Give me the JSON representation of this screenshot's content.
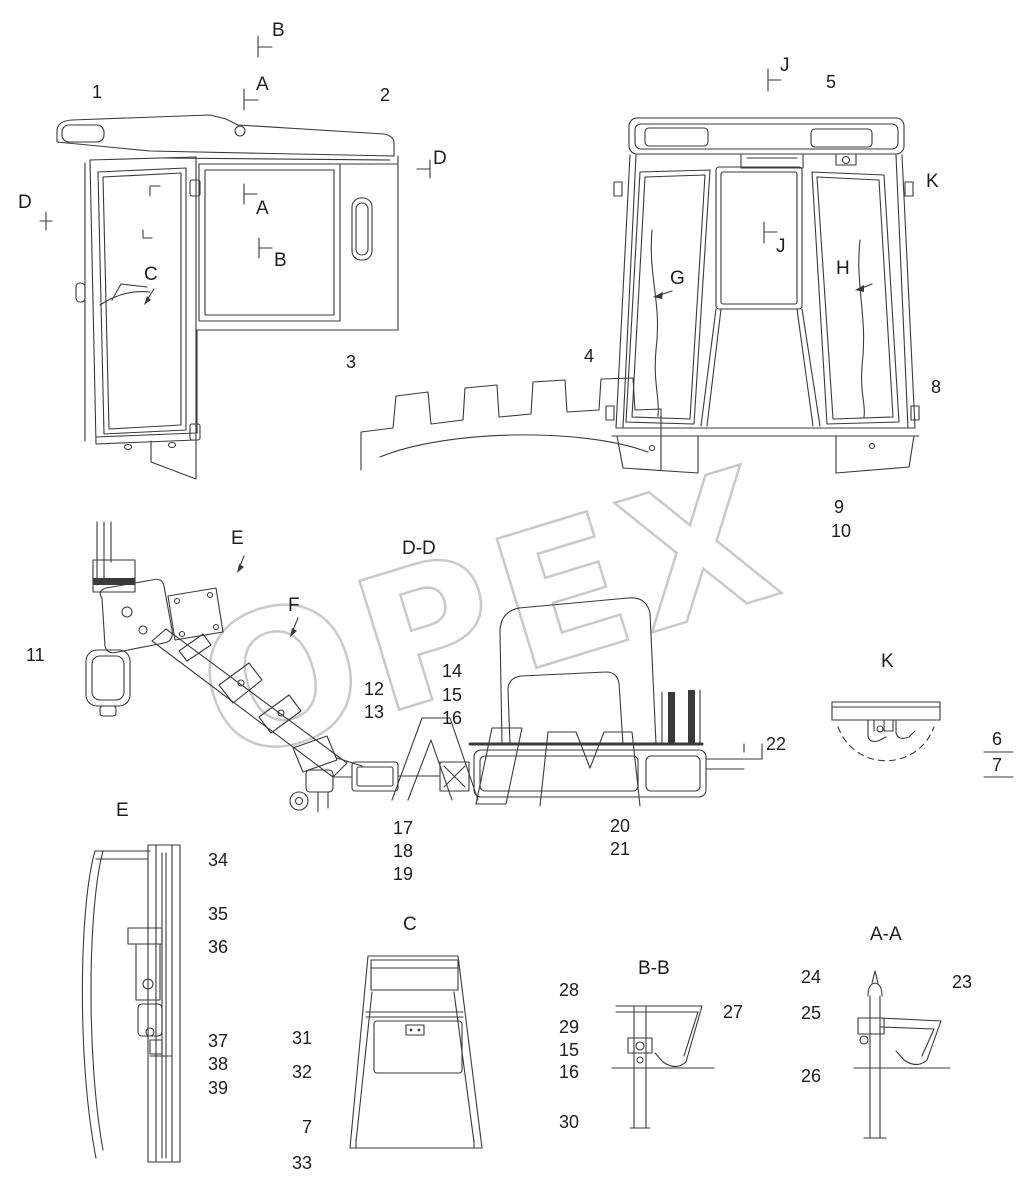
{
  "colors": {
    "line": "#3a3a3a",
    "watermark": "#c9c9c9",
    "background": "#ffffff"
  },
  "watermark": {
    "text": "OPEX"
  },
  "labels": {
    "b_top": "B",
    "a_top": "A",
    "n1": "1",
    "n2": "2",
    "j_top": "J",
    "n5": "5",
    "d_right": "D",
    "d_left": "D",
    "k_top": "K",
    "a_win": "A",
    "b_win": "B",
    "j_win": "J",
    "c_door": "C",
    "g_win": "G",
    "h_win": "H",
    "n3": "3",
    "n4": "4",
    "n8": "8",
    "n9": "9",
    "n10": "10",
    "e_mid": "E",
    "dd_title": "D-D",
    "f_mid": "F",
    "n11": "11",
    "n12": "12",
    "n13": "13",
    "n14": "14",
    "n15a": "15",
    "n16a": "16",
    "k_detail": "K",
    "n22": "22",
    "n6": "6",
    "n7a": "7",
    "e_title": "E",
    "n17": "17",
    "n18": "18",
    "n19": "19",
    "n20": "20",
    "n21": "21",
    "n34": "34",
    "n35": "35",
    "n36": "36",
    "c_title": "C",
    "aa_title": "A-A",
    "bb_title": "B-B",
    "n28": "28",
    "n24": "24",
    "n23": "23",
    "n29": "29",
    "n25": "25",
    "n27": "27",
    "n15b": "15",
    "n16b": "16",
    "n26": "26",
    "n37": "37",
    "n38": "38",
    "n39": "39",
    "n31": "31",
    "n32": "32",
    "n30": "30",
    "n7b": "7",
    "n33": "33"
  }
}
